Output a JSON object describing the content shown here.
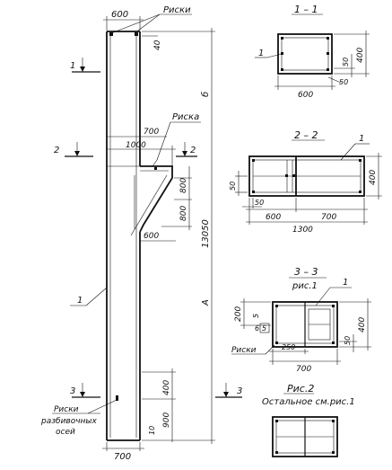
{
  "column": {
    "dim_width_top": "600",
    "label_riski_top": "Риски",
    "dim_40": "40",
    "dim_b": "б",
    "label_riska": "Риска",
    "dim_700_bracket": "700",
    "dim_1000": "1000",
    "dim_800_a": "800",
    "dim_800_b": "800",
    "dim_600_bracket": "600",
    "dim_total_height": "13050",
    "dim_a": "A",
    "dim_400": "400",
    "dim_900": "900",
    "dim_10": "10",
    "dim_width_bottom": "700",
    "label_riski_bottom_1": "Риски",
    "label_riski_bottom_2": "разбивочных",
    "label_riski_bottom_3": "осей",
    "leader_1": "1",
    "cut_1_left": "1",
    "cut_2_left": "2",
    "cut_2_right": "2",
    "cut_3_left": "3",
    "cut_3_right": "3"
  },
  "section_1": {
    "title": "1 – 1",
    "leader": "1",
    "dim_400": "400",
    "dim_50_a": "50",
    "dim_50_b": "50",
    "dim_600": "600"
  },
  "section_2": {
    "title": "2 – 2",
    "leader": "1",
    "dim_400": "400",
    "dim_50_side": "50",
    "dim_50_bottom": "50",
    "dim_600": "600",
    "dim_700": "700",
    "dim_1300": "1300"
  },
  "section_3": {
    "title": "3 – 3",
    "subtitle": "рис.1",
    "leader": "1",
    "dim_200": "200",
    "dim_5_a": "5",
    "dim_6": "6",
    "dim_5_b": "5",
    "dim_400": "400",
    "dim_50": "50",
    "label_riski": "Риски",
    "dim_250": "250",
    "dim_700": "700"
  },
  "fig_2": {
    "title": "Рис.2",
    "caption": "Остальное см.рис.1"
  }
}
